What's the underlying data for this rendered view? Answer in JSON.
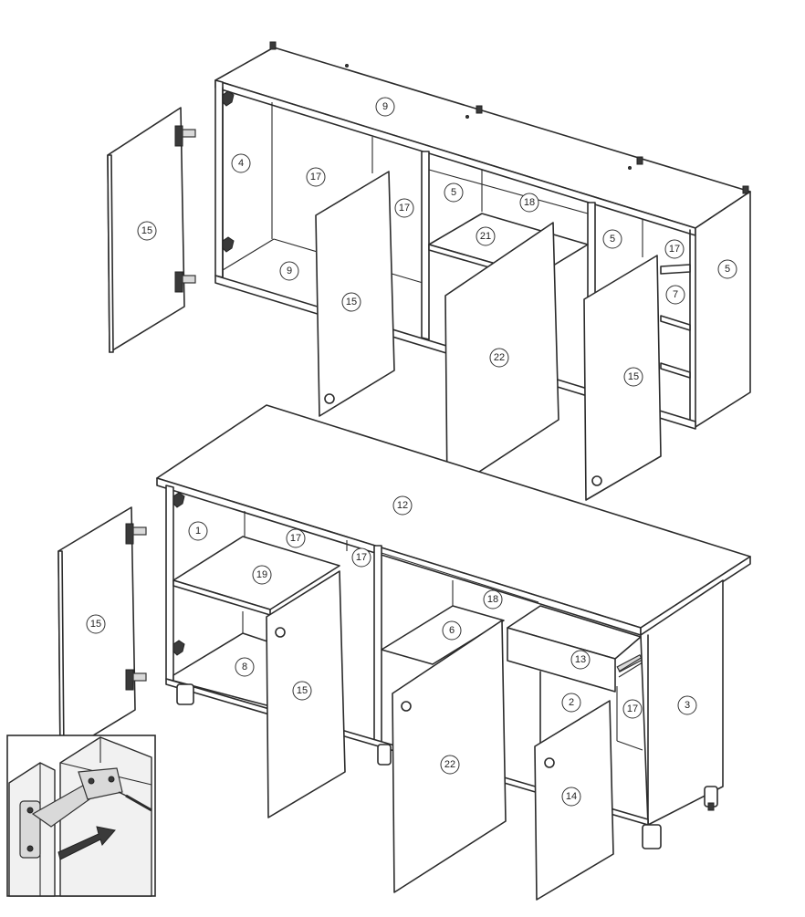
{
  "markers": {
    "m9_top": "9",
    "m4": "4",
    "m17_a": "17",
    "m15_left": "15",
    "m17_b": "17",
    "m5_a": "5",
    "m18_top": "18",
    "m21": "21",
    "m5_b": "5",
    "m17_c": "17",
    "m5_side": "5",
    "m7": "7",
    "m9_bottom": "9",
    "m15_mid": "15",
    "m22_top": "22",
    "m15_right": "15",
    "m12": "12",
    "m1": "1",
    "m17_d": "17",
    "m17_e": "17",
    "m19": "19",
    "m15_lower_left": "15",
    "m18_lower": "18",
    "m6": "6",
    "m13": "13",
    "m8": "8",
    "m15_lower_mid": "15",
    "m2": "2",
    "m17_f": "17",
    "m3": "3",
    "m22_lower": "22",
    "m14": "14"
  }
}
